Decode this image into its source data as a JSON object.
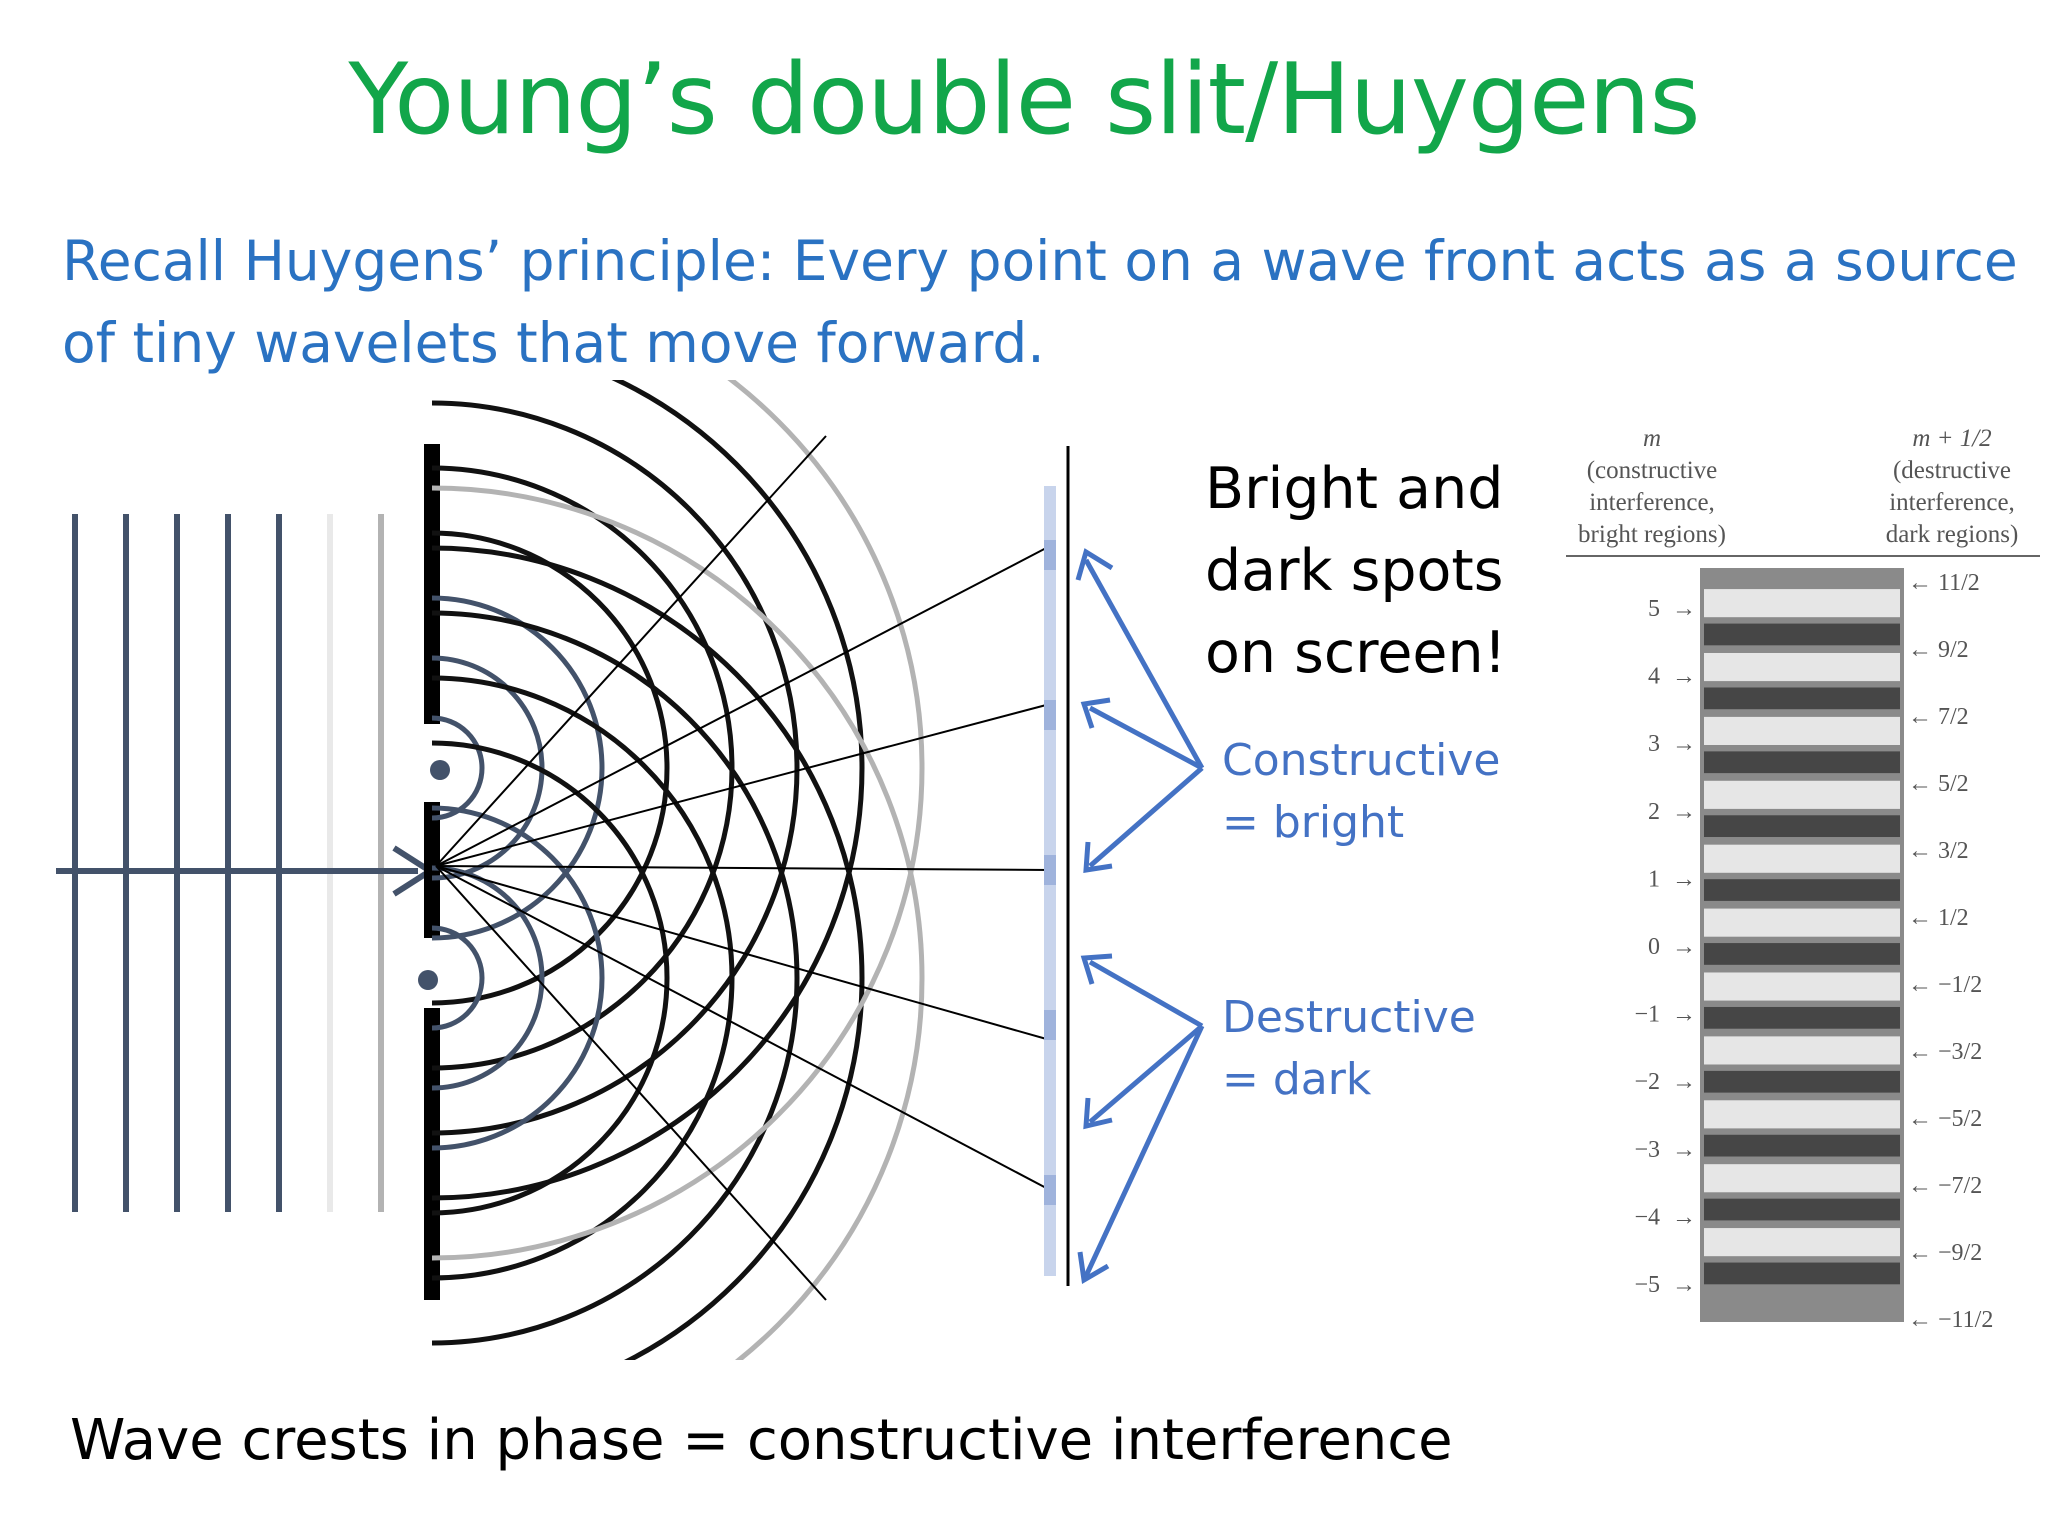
{
  "slide": {
    "title": "Young’s double slit/Huygens",
    "subtitle": "Recall Huygens’ principle: Every point on a wave front acts as a source of tiny wavelets that move forward.",
    "bright_spots_note": "Bright and dark spots on screen!",
    "constructive_label": "Constructive = bright",
    "destructive_label": "Destructive = dark",
    "caption": "Wave crests in phase = constructive interference"
  },
  "fringe_figure": {
    "left_header": [
      "m",
      "(constructive",
      "interference,",
      "bright regions)"
    ],
    "right_header": [
      "m + 1/2",
      "(destructive",
      "interference,",
      "dark regions)"
    ],
    "bright_orders": [
      "5",
      "4",
      "3",
      "2",
      "1",
      "0",
      "−1",
      "−2",
      "−3",
      "−4",
      "−5"
    ],
    "dark_orders": [
      "11/2",
      "9/2",
      "7/2",
      "5/2",
      "3/2",
      "1/2",
      "−1/2",
      "−3/2",
      "−5/2",
      "−7/2",
      "−9/2",
      "−11/2"
    ]
  },
  "colors": {
    "title": "#12a64a",
    "subtitle": "#2a72c2",
    "label_blue": "#4472c4",
    "wave_dark": "#43526a",
    "wave_light": "#b3b3b3",
    "barrier": "#000000"
  }
}
